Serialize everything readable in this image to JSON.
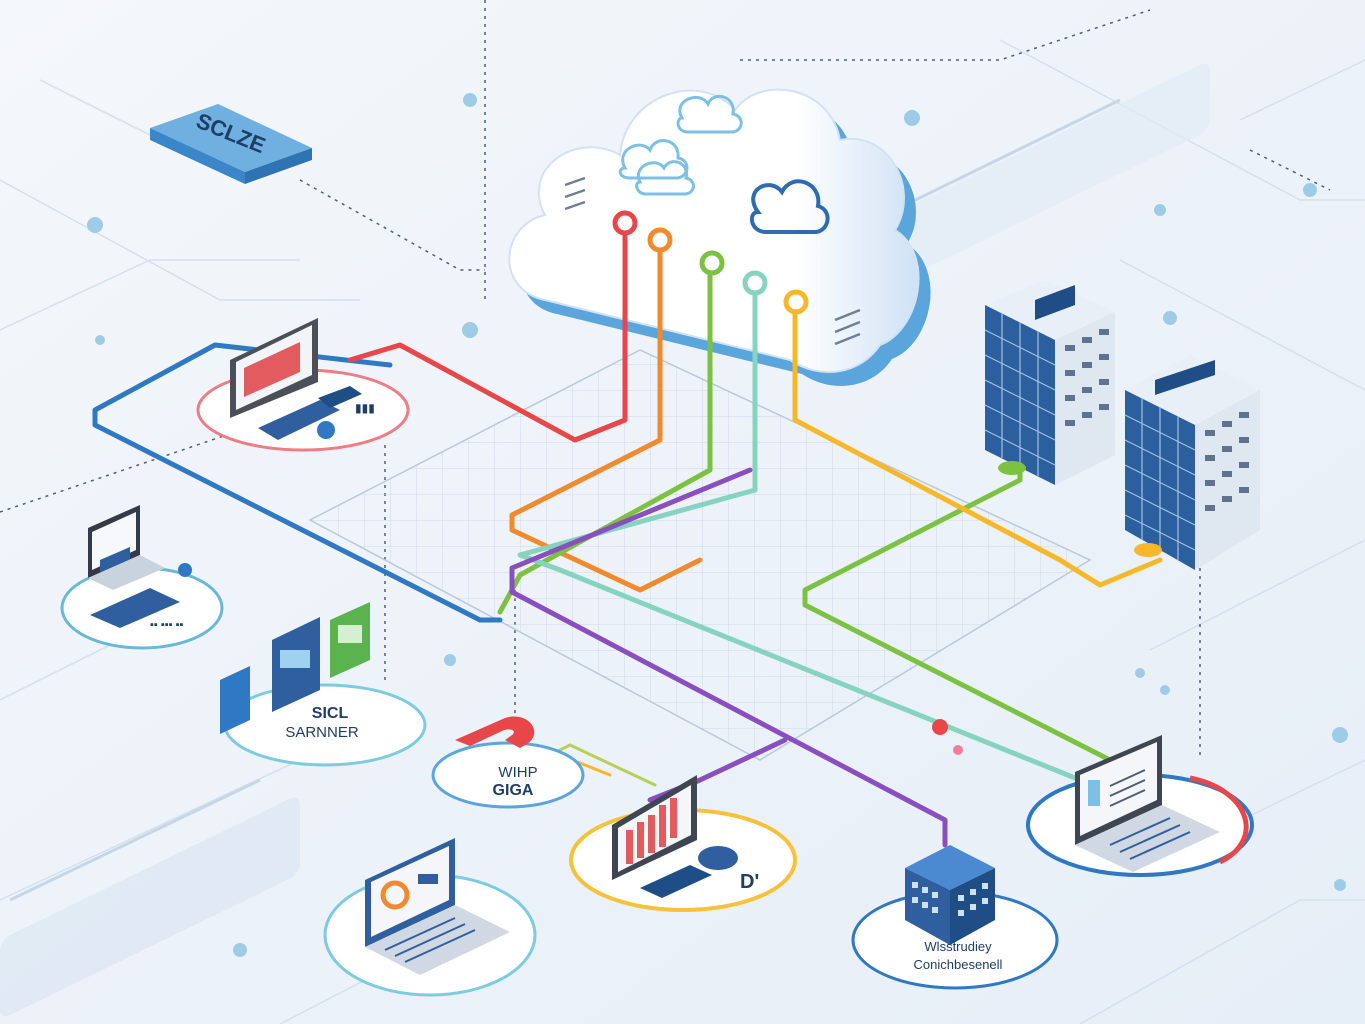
{
  "badge": {
    "text": "SCLZE"
  },
  "labels": {
    "scanner_line1": "SICL",
    "scanner_line2": "SARNNER",
    "whp_line1": "WIHP",
    "whp_line2": "GIGA",
    "wstudy_line1": "Wlsstrudiey",
    "wstudy_line2": "Conichbesenell",
    "device_text": "D' "
  },
  "colors": {
    "red": "#e8474a",
    "orange": "#f08a2c",
    "yellow": "#f6b82a",
    "green": "#7cc242",
    "teal": "#86d3bf",
    "purple": "#8a4fbf",
    "blue": "#2f78c4",
    "navy": "#1f4e86"
  },
  "icons": [
    "cloud-icon",
    "server-icon",
    "laptop-icon",
    "phone-icon",
    "monitor-icon",
    "database-icon"
  ]
}
